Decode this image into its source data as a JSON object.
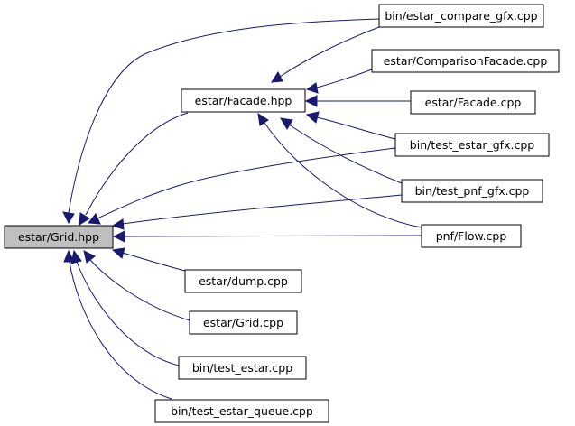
{
  "colors": {
    "edge": "#191970",
    "root_fill": "#bfbfbf",
    "node_fill": "#ffffff",
    "border": "#000000"
  },
  "nodes": {
    "grid_hpp": {
      "label": "estar/Grid.hpp"
    },
    "facade_hpp": {
      "label": "estar/Facade.hpp"
    },
    "compare_gfx": {
      "label": "bin/estar_compare_gfx.cpp"
    },
    "comparison_facade": {
      "label": "estar/ComparisonFacade.cpp"
    },
    "facade_cpp": {
      "label": "estar/Facade.cpp"
    },
    "test_estar_gfx": {
      "label": "bin/test_estar_gfx.cpp"
    },
    "test_pnf_gfx": {
      "label": "bin/test_pnf_gfx.cpp"
    },
    "flow_cpp": {
      "label": "pnf/Flow.cpp"
    },
    "dump_cpp": {
      "label": "estar/dump.cpp"
    },
    "grid_cpp": {
      "label": "estar/Grid.cpp"
    },
    "test_estar": {
      "label": "bin/test_estar.cpp"
    },
    "test_estar_queue": {
      "label": "bin/test_estar_queue.cpp"
    }
  }
}
